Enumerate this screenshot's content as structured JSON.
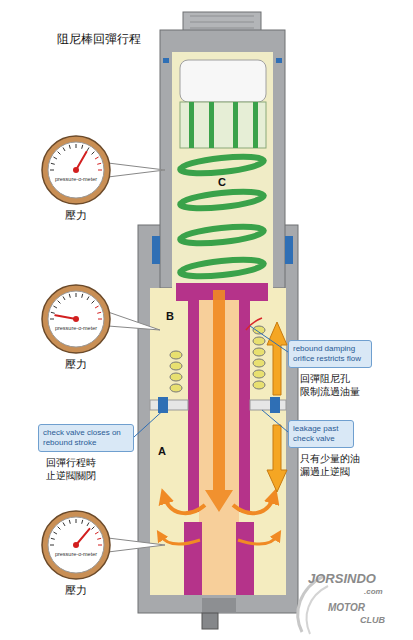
{
  "diagram": {
    "title": "阻尼棒回彈行程",
    "nodes": [
      {
        "text": [
          "pressure-o-meter",
          "壓力"
        ]
      },
      {
        "text": [
          "pressure-o-meter",
          "壓力"
        ]
      },
      {
        "text": [
          "rebound damping orifice restricts flow",
          "回彈阻尼孔 限制流過油量"
        ]
      },
      {
        "text": [
          "leakage past check valve",
          "只有少量的油 漏過止逆閥"
        ]
      },
      {
        "text": [
          "check valve closes on rebound stroke",
          "回彈行程時 止逆閥關閉"
        ]
      },
      {
        "text": [
          "pressure-o-meter",
          "壓力"
        ]
      }
    ],
    "labels": [
      "C",
      "B",
      "A",
      "JORSINDO",
      ".com",
      "MOTOR",
      "CLUB"
    ]
  }
}
